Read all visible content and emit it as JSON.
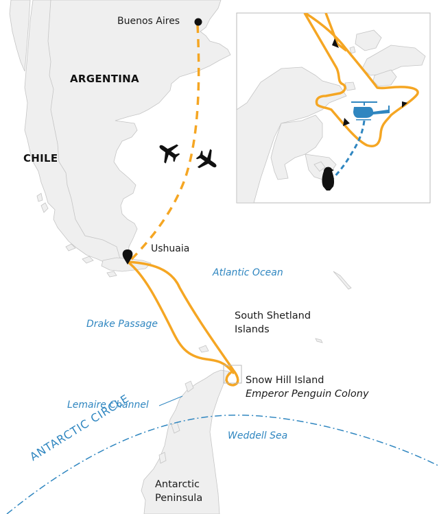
{
  "colors": {
    "land": "#efefef",
    "coast": "#c4c4c4",
    "route": "#f5a623",
    "flight": "#f5a623",
    "helicopter_route": "#2f86c0",
    "water_label": "#2f86c0",
    "marker": "#111111",
    "inset_border": "#b8b8b8"
  },
  "labels": {
    "buenos_aires": "Buenos Aires",
    "argentina": "ARGENTINA",
    "chile": "CHILE",
    "ushuaia": "Ushuaia",
    "atlantic_ocean": "Atlantic Ocean",
    "drake_passage": "Drake Passage",
    "south_shetland_line1": "South Shetland",
    "south_shetland_line2": "Islands",
    "snow_hill_island": "Snow Hill Island",
    "emperor_penguin_colony": "Emperor Penguin Colony",
    "lemaire_channel": "Lemaire Channel",
    "antarctic_circle": "ANTARCTIC CIRCLE",
    "weddell_sea": "Weddell Sea",
    "antarctic_peninsula_line1": "Antarctic",
    "antarctic_peninsula_line2": "Peninsula"
  },
  "icons": {
    "flight_icons": [
      "airplane-icon",
      "airplane-icon"
    ],
    "inset_icons": [
      "helicopter-icon",
      "penguin-icon"
    ],
    "markers": [
      "city-dot-marker",
      "location-pin-marker"
    ]
  },
  "inset": {
    "description": "Snow Hill Island detail: ship loop with direction arrows, helicopter transfer to penguin colony"
  }
}
